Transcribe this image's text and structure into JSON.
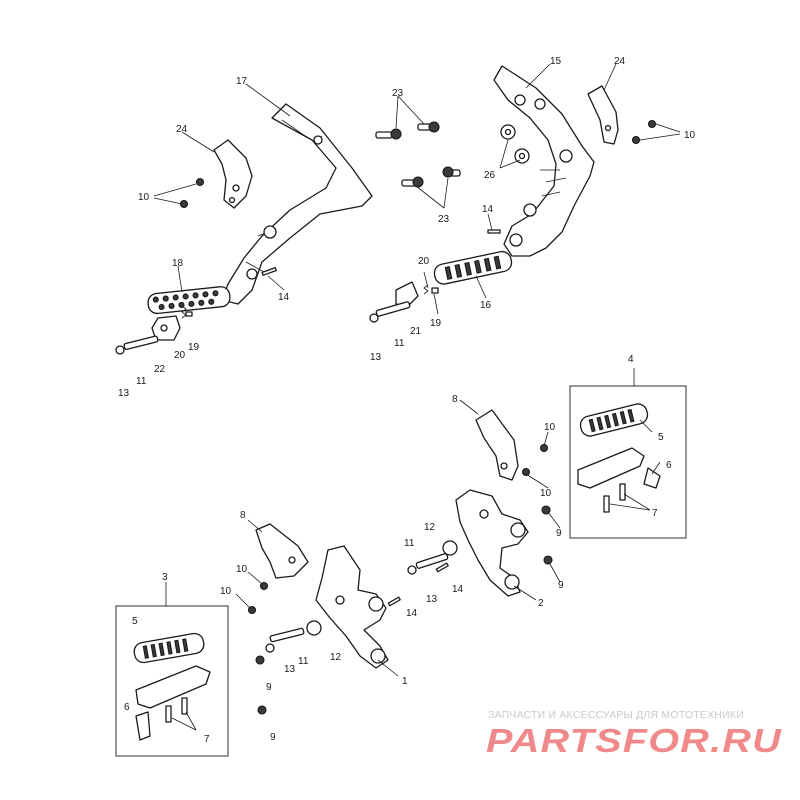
{
  "diagram": {
    "callout_numbers": [
      "1",
      "2",
      "3",
      "4",
      "5",
      "6",
      "7",
      "8",
      "9",
      "10",
      "11",
      "12",
      "13",
      "14",
      "15",
      "16",
      "17",
      "18",
      "19",
      "20",
      "21",
      "22",
      "23",
      "24",
      "26"
    ]
  },
  "watermark": {
    "tagline": "ЗАПЧАСТИ И АКСЕССУАРЫ ДЛЯ МОТОТЕХНИКИ",
    "logo_text": "PARTSFOR.RU",
    "logo_color": "#f08a8a",
    "tagline_color": "#c8c8c8"
  },
  "colors": {
    "line": "#1a1a1a",
    "background": "#ffffff"
  }
}
